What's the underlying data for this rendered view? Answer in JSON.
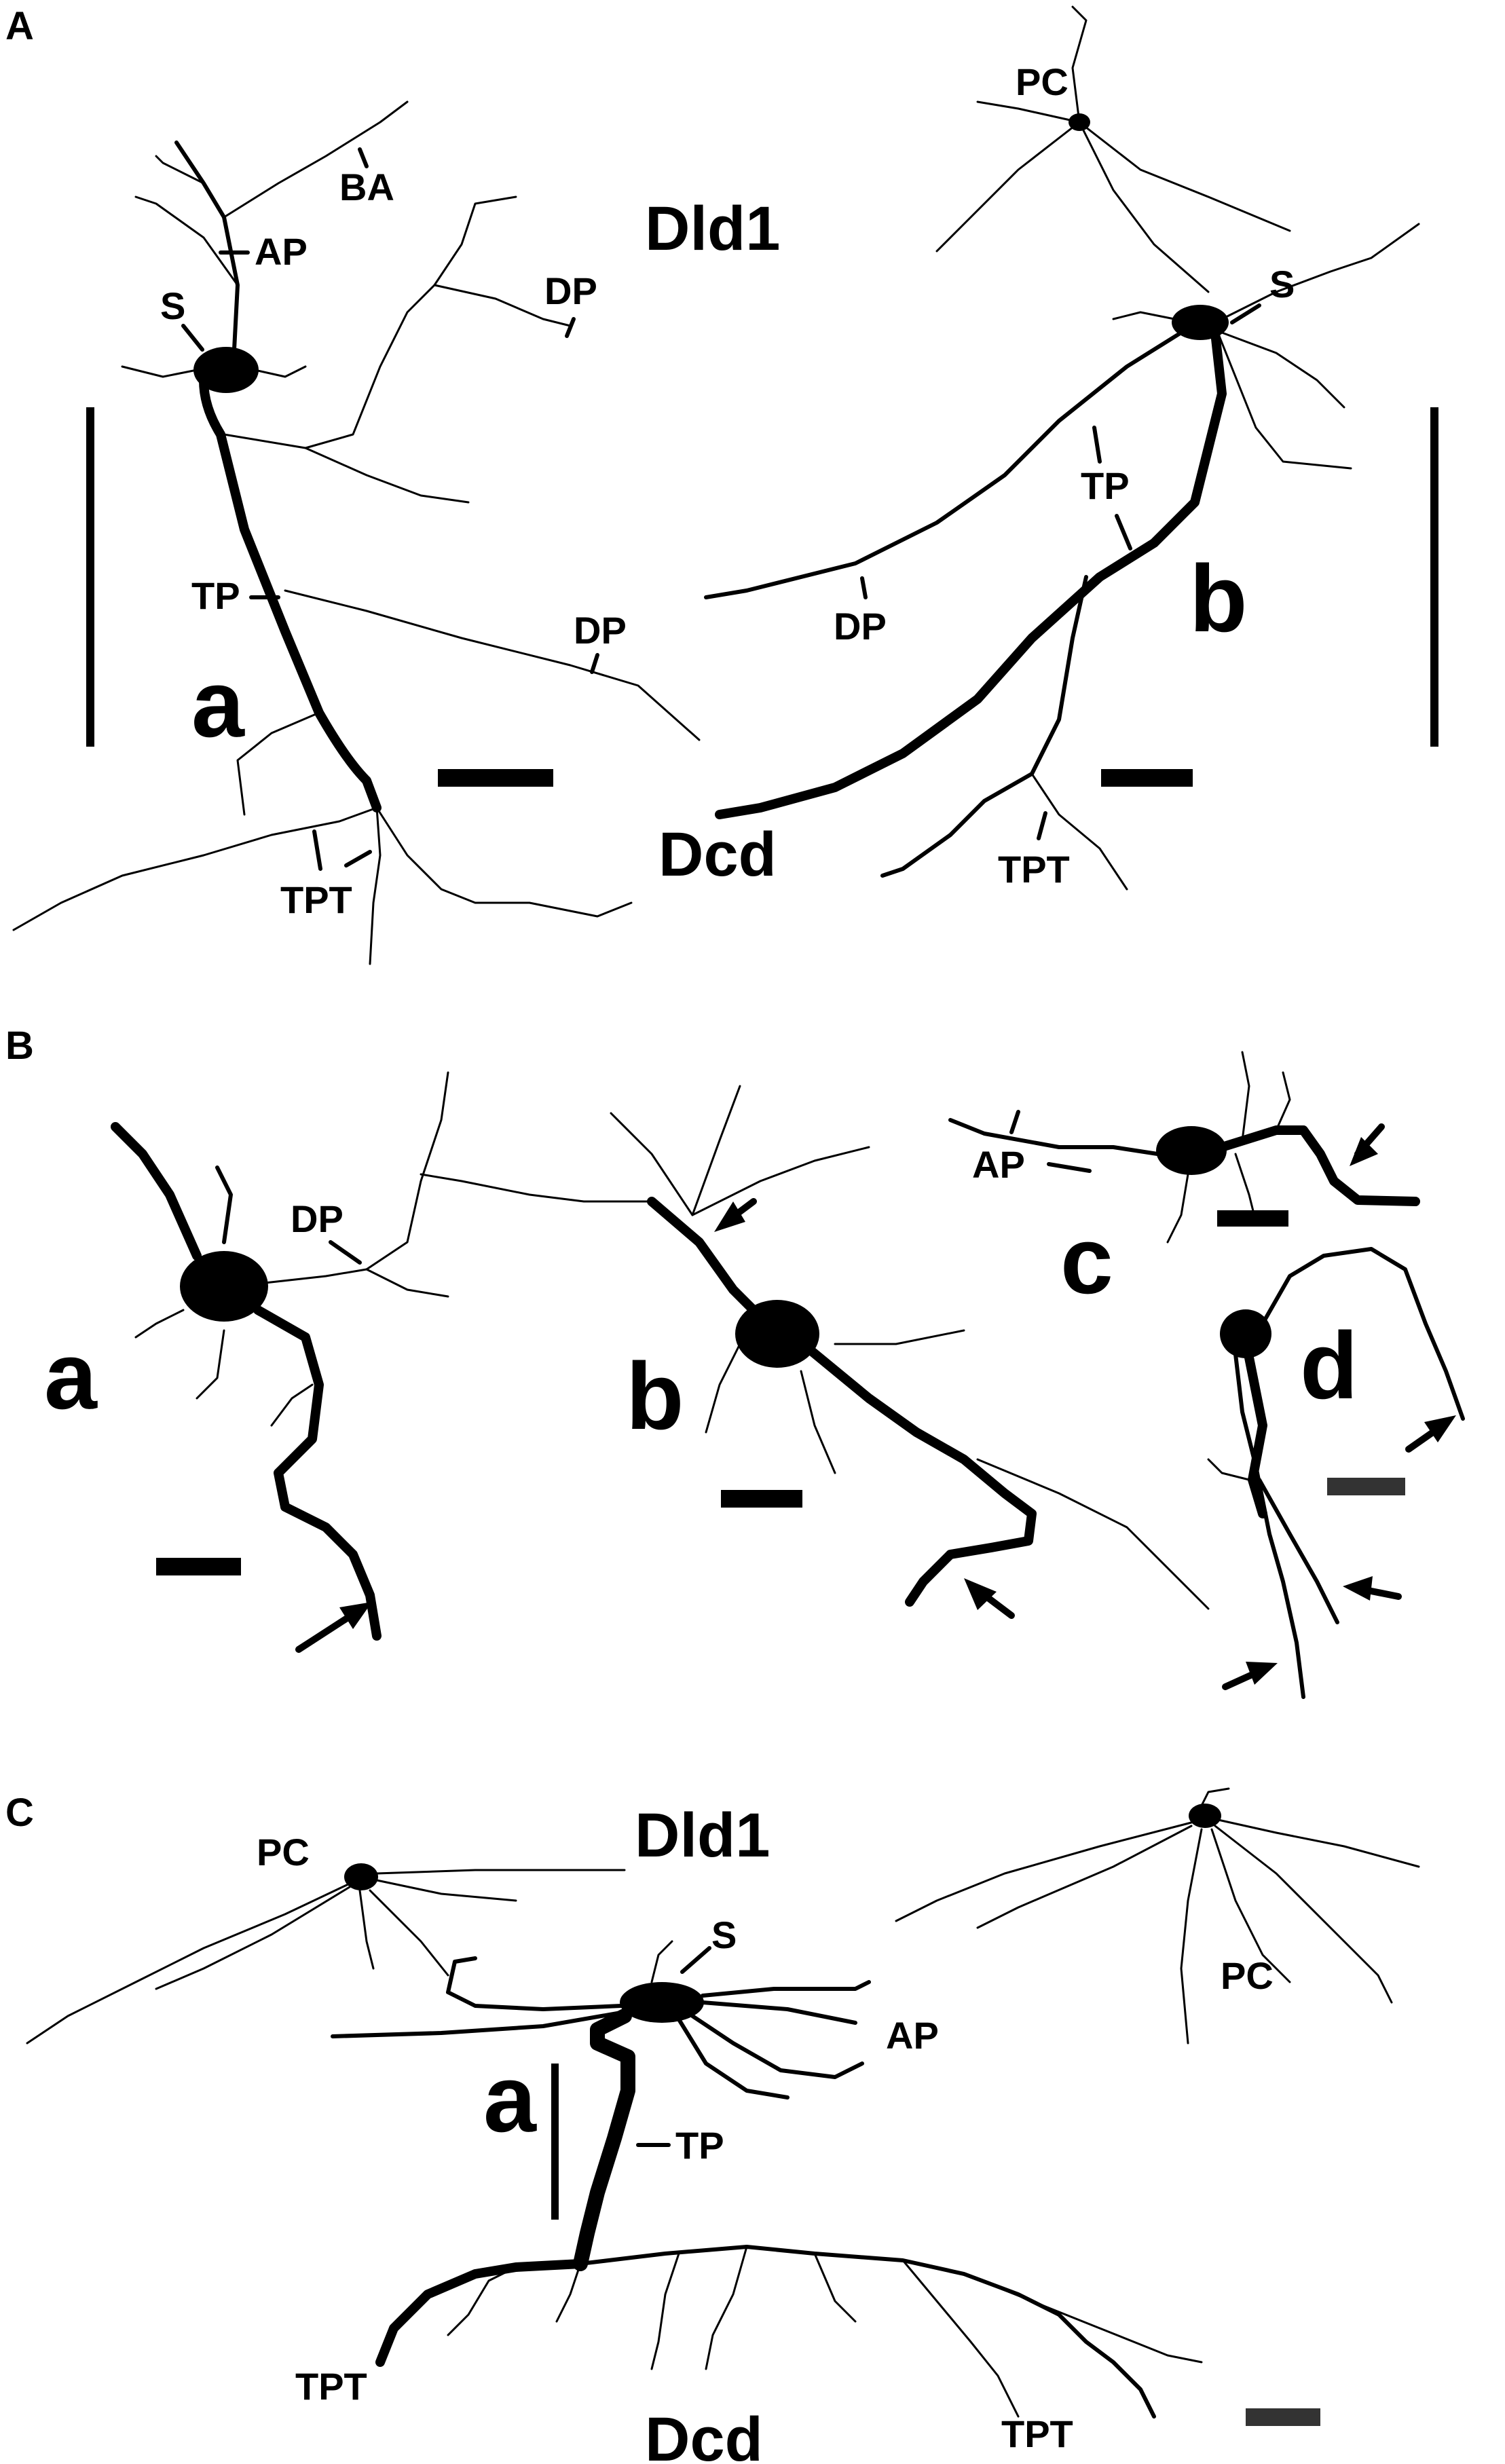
{
  "figure": {
    "panels": [
      {
        "id": "A",
        "label": "A",
        "regions": [
          "Dld1",
          "Dcd"
        ],
        "cells": [
          {
            "label": "a",
            "structure_labels": [
              "BA",
              "AP",
              "S",
              "DP",
              "TP",
              "DP",
              "TPT"
            ]
          },
          {
            "label": "b",
            "structure_labels": [
              "PC",
              "S",
              "TP",
              "DP",
              "TPT"
            ]
          }
        ]
      },
      {
        "id": "B",
        "label": "B",
        "cells": [
          {
            "label": "a",
            "structure_labels": [
              "DP"
            ]
          },
          {
            "label": "b",
            "structure_labels": []
          },
          {
            "label": "c",
            "structure_labels": [
              "AP"
            ]
          },
          {
            "label": "d",
            "structure_labels": []
          }
        ]
      },
      {
        "id": "C",
        "label": "C",
        "regions": [
          "Dld1",
          "Dcd"
        ],
        "cells": [
          {
            "label": "a",
            "structure_labels": [
              "PC",
              "S",
              "AP",
              "TP",
              "PC",
              "TPT",
              "TPT"
            ]
          }
        ]
      }
    ]
  },
  "colors": {
    "ink": "#000000",
    "background": "#ffffff",
    "grey_scale_bar": "#333333"
  },
  "icons": [
    "arrow-icon"
  ]
}
